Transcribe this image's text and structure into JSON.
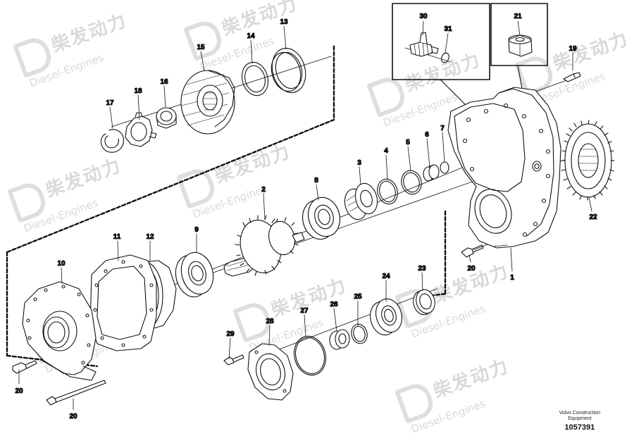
{
  "watermark": {
    "chinese": "柴发动力",
    "english": "Diesel-Engines"
  },
  "footer": {
    "line1": "Volvo Construction",
    "line2": "Equipment",
    "drawing_number": "1057391"
  },
  "callouts": [
    "30",
    "31",
    "21",
    "19",
    "13",
    "14",
    "15",
    "16",
    "17",
    "18",
    "22",
    "7",
    "6",
    "5",
    "4",
    "3",
    "8",
    "2",
    "9",
    "12",
    "11",
    "10",
    "1",
    "20",
    "23",
    "24",
    "25",
    "26",
    "27",
    "28",
    "29"
  ],
  "callout_20": "20"
}
